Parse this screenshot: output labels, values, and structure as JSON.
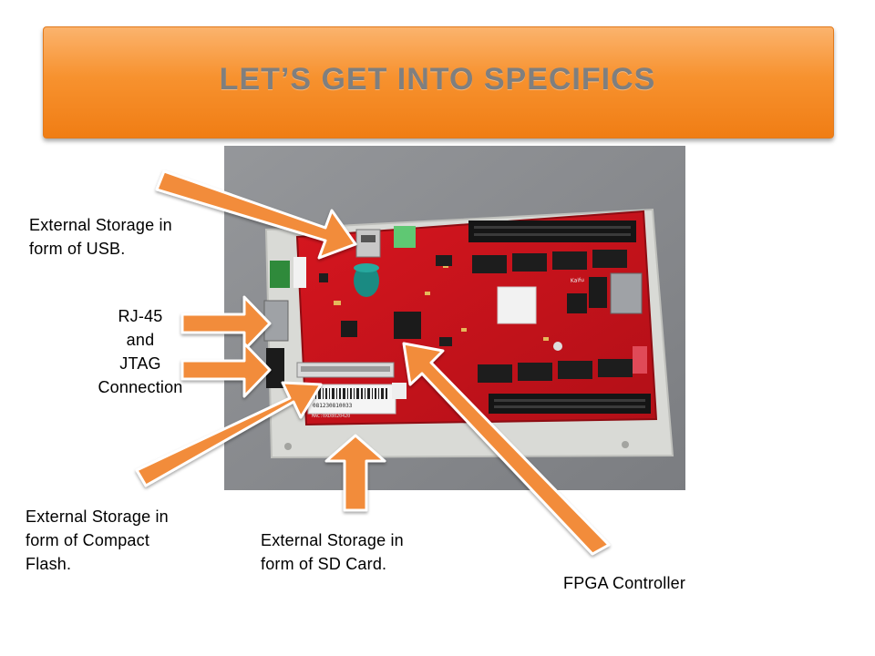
{
  "slide": {
    "title": "Let’s Get  into Specifics"
  },
  "labels": {
    "usb": [
      "External Storage in",
      "form of USB."
    ],
    "rj45": [
      "RJ-45",
      "and",
      "JTAG",
      "Connection"
    ],
    "compact_flash": [
      "External Storage in",
      "form of Compact",
      "Flash."
    ],
    "sd_card": [
      "External Storage in",
      "form of SD Card."
    ],
    "fpga": "FPGA Controller"
  },
  "board_markings": {
    "barcode_number": "081230810033",
    "mac_label": "MAC:0XD8020420",
    "chip_brand": "Kaifu"
  },
  "colors": {
    "banner_orange": "#f7922f",
    "arrow_orange": "#f28c3a",
    "pcb_red": "#c9141c"
  }
}
